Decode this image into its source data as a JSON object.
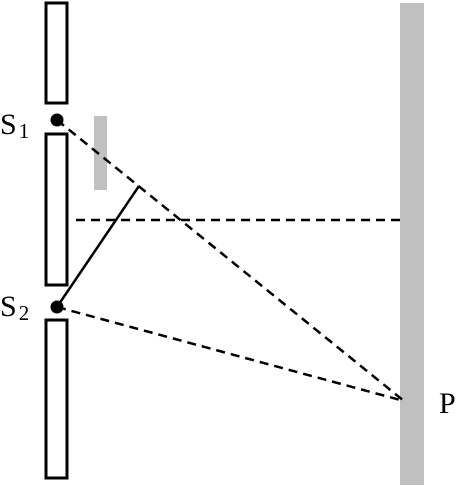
{
  "diagram": {
    "labels": {
      "s1": "S",
      "s1_sub": "1",
      "s2": "S",
      "s2_sub": "2",
      "p": "P"
    },
    "colors": {
      "stroke": "#000000",
      "screen": "#c0c0c0",
      "plate": "#c0c0c0",
      "background": "#ffffff"
    }
  }
}
